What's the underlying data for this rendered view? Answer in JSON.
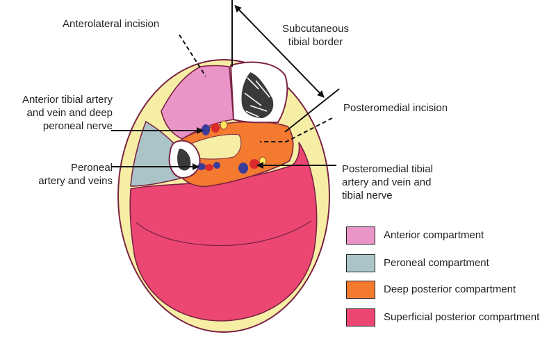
{
  "labels": {
    "anterolateral": "Anterolateral incision",
    "subcutaneous": [
      "Subcutaneous",
      "tibial border"
    ],
    "anterior_vessels": [
      "Anterior tibial artery",
      "and vein and deep",
      "peroneal nerve"
    ],
    "posteromedial_incision": "Posteromedial incision",
    "peroneal_vessels": [
      "Peroneal",
      "artery and veins"
    ],
    "posteromedial_vessels": [
      "Posteromedial tibial",
      "artery and vein and",
      "tibial nerve"
    ]
  },
  "legend": [
    {
      "label": "Anterior compartment",
      "color": "#ea94c8"
    },
    {
      "label": "Peroneal compartment",
      "color": "#aac4c8"
    },
    {
      "label": "Deep posterior compartment",
      "color": "#f47a30"
    },
    {
      "label": "Superficial posterior compartment",
      "color": "#ec4673"
    }
  ],
  "colors": {
    "skin": "#f7eea6",
    "outline": "#7a2344",
    "bone": "#ffffff",
    "artery": "#d92b2b",
    "vein": "#3a3d99"
  }
}
